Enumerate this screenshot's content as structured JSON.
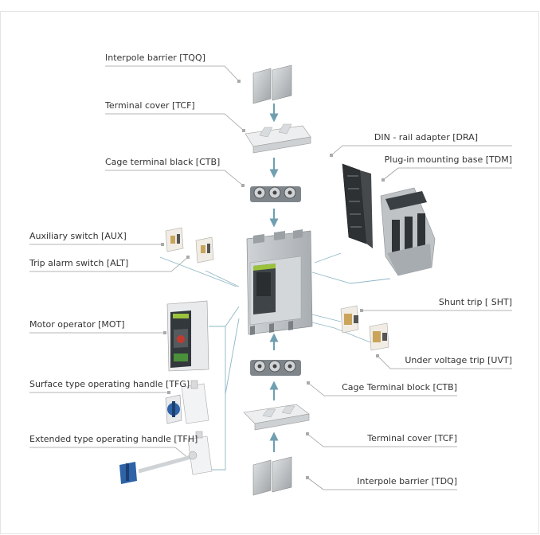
{
  "labels": {
    "tqq": "Interpole barrier [TQQ]",
    "tcf_top": "Terminal cover [TCF]",
    "ctb_top": "Cage terminal black [CTB]",
    "aux": "Auxiliary switch [AUX]",
    "alt": "Trip alarm switch [ALT]",
    "mot": "Motor operator [MOT]",
    "tfg": "Surface type operating handle [TFG]",
    "tfh": "Extended type operating handle [TFH]",
    "dra": "DIN - rail adapter [DRA]",
    "tdm": "Plug-in mounting base [TDM]",
    "sht": "Shunt trip [ SHT]",
    "uvt": "Under voltage trip [UVT]",
    "ctb_bottom": "Cage Terminal block [CTB]",
    "tcf_bottom": "Terminal cover [TCF]",
    "tdq": "Interpole barrier [TDQ]"
  },
  "colors": {
    "leader": "#999999",
    "arrow": "#6f9fb0",
    "breaker_body": "#bfc3c6",
    "breaker_dark": "#3f4448",
    "accent_green": "#9bc23c",
    "handle_blue": "#2e63a8"
  }
}
